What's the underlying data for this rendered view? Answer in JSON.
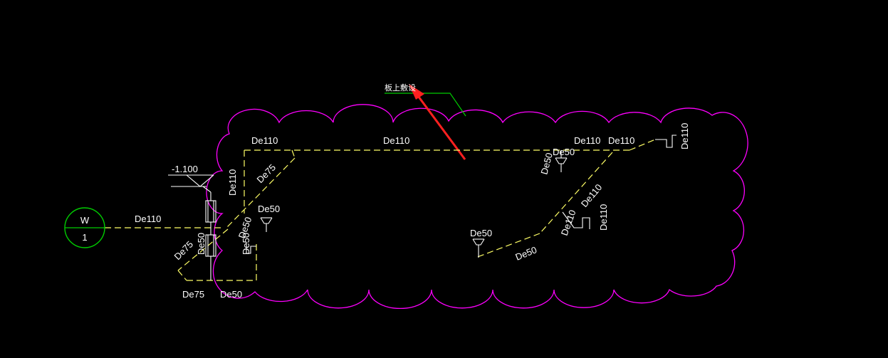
{
  "drawing": {
    "annotation_note": "板上敷设",
    "elevation": "-1.100",
    "well_marker": {
      "top": "W",
      "bottom": "1"
    },
    "pipe_labels": {
      "main_inlet": "De110",
      "top_left": "De110",
      "top_middle": "De110",
      "top_right_1": "De110",
      "top_right_2": "De110",
      "right_end_vertical": "De110",
      "left_vertical": "De110",
      "diag_left": "De75",
      "branch_left": "De75",
      "branch_bottom": "De75",
      "bottom_de50": "De50",
      "vert_de50_a": "De50",
      "vert_de50_b": "De50",
      "fixture_de50_left": "De50",
      "fixture_de50_top": "De50",
      "fixture_de50_top_v": "De50",
      "fixture_de50_mid": "De50",
      "diag_de50": "De50",
      "right_diag_de110": "De110",
      "right_small_de110": "De110",
      "right_vertical_de110": "De110"
    },
    "colors": {
      "background": "#000000",
      "revision_cloud": "#ff00ff",
      "leader_line": "#00cc00",
      "pipe": "#ffff66",
      "arrow": "#ff2020",
      "text": "#ffffff"
    }
  }
}
